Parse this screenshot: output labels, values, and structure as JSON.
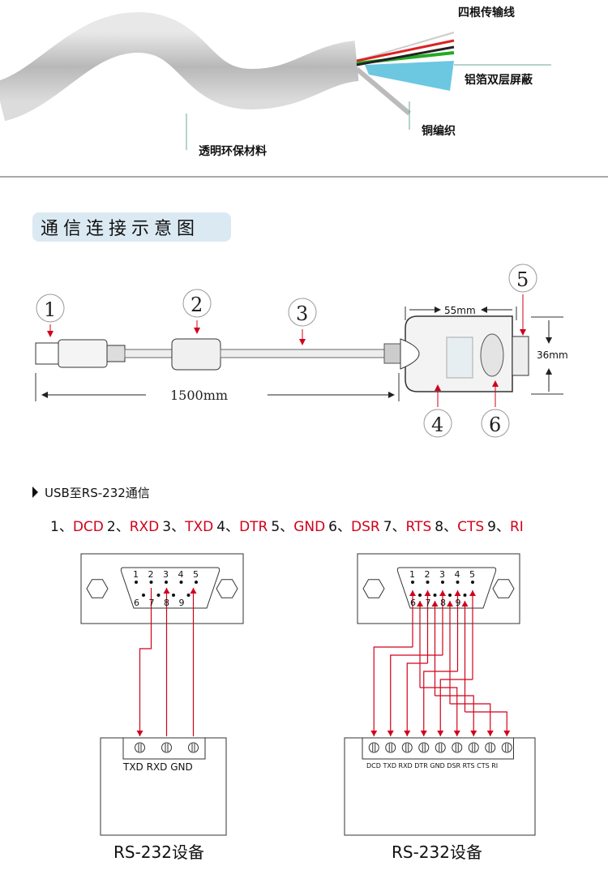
{
  "cable_labels": {
    "four_core": "四根传输线",
    "foil_shield": "铝箔双层屏蔽",
    "copper_braid": "铜编织",
    "jacket": "透明环保材料"
  },
  "section_title": "通信连接示意图",
  "dimension": {
    "callouts": [
      "1",
      "2",
      "3",
      "4",
      "5",
      "6"
    ],
    "cable_length": "1500mm",
    "width": "55mm",
    "height": "36mm"
  },
  "subsection_title": "USB至RS-232通信",
  "pin_list": [
    {
      "num": "1、",
      "name": "DCD"
    },
    {
      "num": "2、",
      "name": "RXD"
    },
    {
      "num": "3、",
      "name": "TXD"
    },
    {
      "num": "4、",
      "name": "DTR"
    },
    {
      "num": "5、",
      "name": "GND"
    },
    {
      "num": "6、",
      "name": "DSR"
    },
    {
      "num": "7、",
      "name": "RTS"
    },
    {
      "num": "8、",
      "name": "CTS"
    },
    {
      "num": "9、",
      "name": "RI"
    }
  ],
  "db9_pins_top": [
    "1",
    "2",
    "3",
    "4",
    "5"
  ],
  "db9_pins_bottom": [
    "6",
    "7",
    "8",
    "9"
  ],
  "left_terminal_labels": "TXD RXD GND",
  "right_terminal_labels": "DCD TXD RXD DTR GND DSR RTS CTS   RI",
  "device_caption_left": "RS-232设备",
  "device_caption_right": "RS-232设备",
  "colors": {
    "accent_red": "#d0021b",
    "title_bg": "#dbe9f3"
  }
}
